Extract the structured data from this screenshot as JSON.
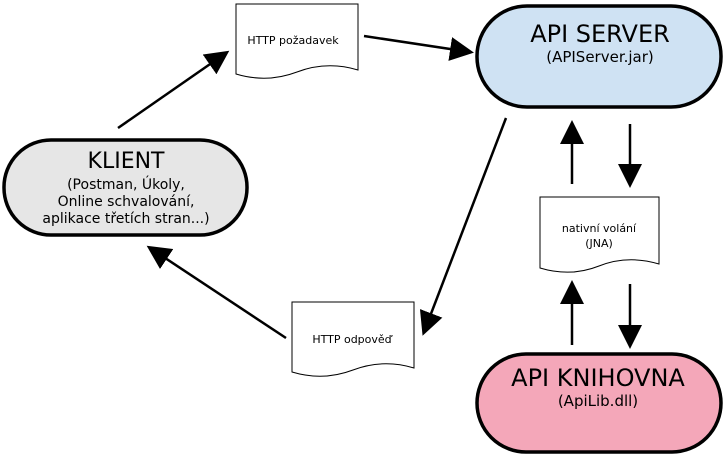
{
  "colors": {
    "client_fill": "#e6e6e6",
    "api_server_fill": "#cfe2f3",
    "api_library_fill": "#f4a7b9",
    "stroke": "#000000",
    "document_fill": "#ffffff"
  },
  "nodes": {
    "client": {
      "title": "KLIENT",
      "lines": [
        "(Postman, Úkoly,",
        "Online schvalování,",
        "aplikace třetích stran...)"
      ]
    },
    "api_server": {
      "title": "API SERVER",
      "subtitle": "(APIServer.jar)"
    },
    "api_library": {
      "title": "API KNIHOVNA",
      "subtitle": "(ApiLib.dll)"
    }
  },
  "documents": {
    "http_request": {
      "label": "HTTP požadavek"
    },
    "http_response": {
      "label": "HTTP odpověď"
    },
    "native_call": {
      "lines": [
        "nativní volání",
        "(JNA)"
      ]
    }
  },
  "edges": [
    {
      "from": "client",
      "to": "http_request"
    },
    {
      "from": "http_request",
      "to": "api_server"
    },
    {
      "from": "api_server",
      "to": "http_response"
    },
    {
      "from": "http_response",
      "to": "client"
    },
    {
      "from": "native_call",
      "to": "api_server"
    },
    {
      "from": "api_server",
      "to": "native_call"
    },
    {
      "from": "api_library",
      "to": "native_call"
    },
    {
      "from": "native_call",
      "to": "api_library"
    }
  ]
}
